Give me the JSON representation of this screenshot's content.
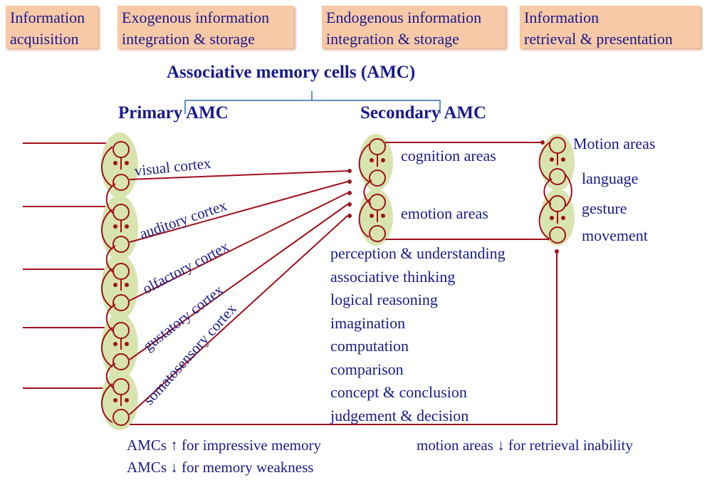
{
  "header_boxes": [
    {
      "line1": "Information",
      "line2": "acquisition"
    },
    {
      "line1": "Exogenous information",
      "line2": "integration & storage"
    },
    {
      "line1": "Endogenous information",
      "line2": "integration & storage"
    },
    {
      "line1": "Information",
      "line2": "retrieval & presentation"
    }
  ],
  "title": "Associative memory cells (AMC)",
  "primary_label": "Primary AMC",
  "secondary_label": "Secondary AMC",
  "primary_cortices": [
    "visual cortex",
    "auditory cortex",
    "olfactory cortex",
    "gustatory cortex",
    "somatosensory cortex"
  ],
  "secondary_areas": [
    "cognition areas",
    "emotion areas"
  ],
  "motion_labels": [
    "Motion areas",
    "language",
    "gesture",
    "movement"
  ],
  "functions": [
    "perception & understanding",
    "associative thinking",
    "logical reasoning",
    "imagination",
    "computation",
    "comparison",
    "concept & conclusion",
    "judgement & decision"
  ],
  "notes": {
    "amc_up": "AMCs ↑ for impressive memory",
    "amc_down": "AMCs ↓ for memory weakness",
    "motion_down": "motion areas ↓ for retrieval inability"
  },
  "colors": {
    "text": "#1a1a8c",
    "line": "#a0101c",
    "cell_fill": "#d7e4ae",
    "header_fill": "#f7c9a7",
    "bracket": "#2f6fb0"
  }
}
